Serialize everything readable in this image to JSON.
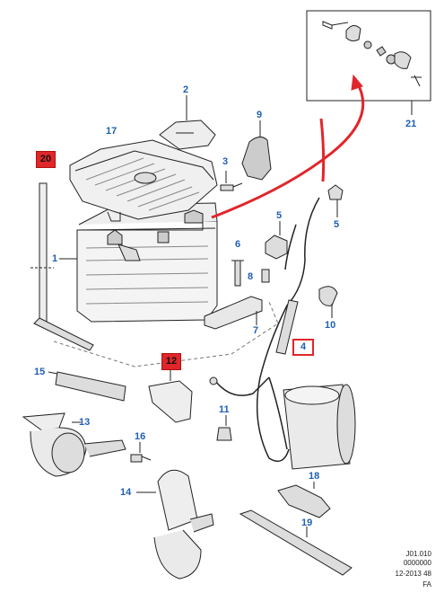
{
  "callouts": {
    "c1": "1",
    "c2": "2",
    "c3": "3",
    "c4": "4",
    "c5a": "5",
    "c5b": "5",
    "c6": "6",
    "c7": "7",
    "c8": "8",
    "c9": "9",
    "c10": "10",
    "c11": "11",
    "c12": "12",
    "c13": "13",
    "c14": "14",
    "c15": "15",
    "c16": "16",
    "c17": "17",
    "c18": "18",
    "c19": "19",
    "c20": "20",
    "c21": "21"
  },
  "footer": {
    "line1": "J01.010",
    "line2": "0000000",
    "line3": "12-2013 48",
    "line4": "FA"
  },
  "colors": {
    "callout_blue": "#1f5fb5",
    "highlight_red": "#e0262b",
    "line": "#222222"
  }
}
